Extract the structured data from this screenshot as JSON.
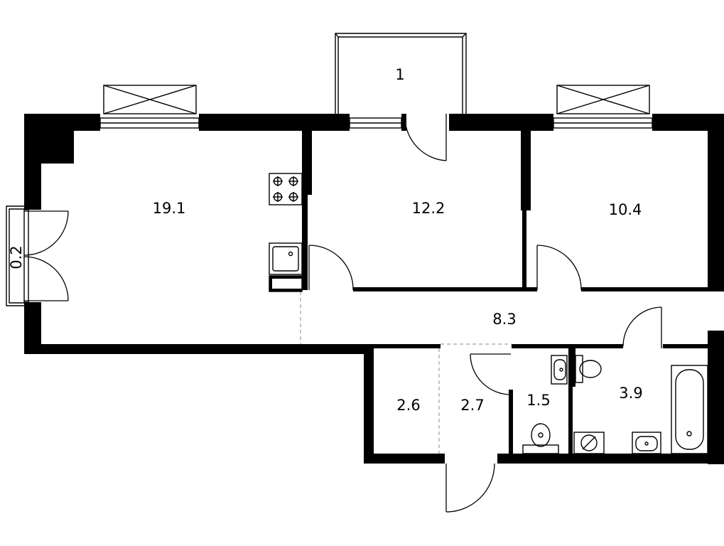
{
  "rooms": {
    "balcony_small": "0.2",
    "living_kitchen": "19.1",
    "bedroom_middle": "12.2",
    "bedroom_right": "10.4",
    "loggia": "1",
    "corridor": "8.3",
    "storage": "2.6",
    "hallway": "2.7",
    "toilet": "1.5",
    "bathroom": "3.9"
  }
}
